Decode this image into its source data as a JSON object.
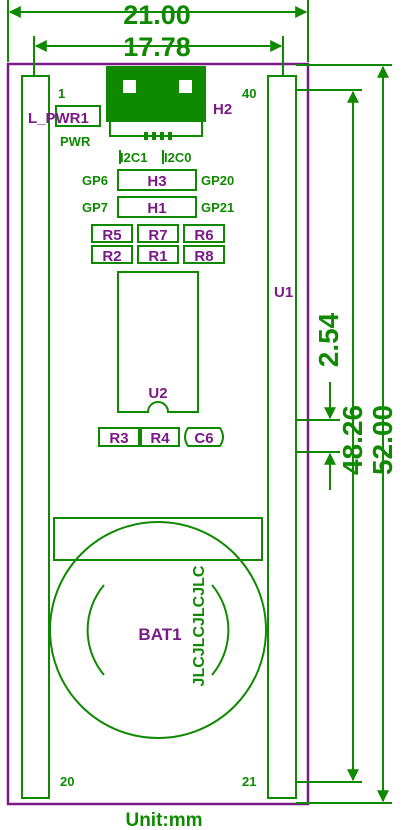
{
  "dimensions": {
    "width_total": "21.00",
    "width_pins": "17.78",
    "pitch": "2.54",
    "length_pins": "48.26",
    "length_total": "52.00",
    "unit": "Unit:mm"
  },
  "pins": {
    "top_left": "1",
    "top_right": "40",
    "bottom_left": "20",
    "bottom_right": "21"
  },
  "labels": {
    "led": "L_PWR1",
    "led_silk": "PWR",
    "connector": "H2",
    "i2c1": "I2C1",
    "i2c0": "I2C0",
    "h3_left": "GP6",
    "h3": "H3",
    "h3_right": "GP20",
    "h1_left": "GP7",
    "h1": "H1",
    "h1_right": "GP21",
    "r5": "R5",
    "r7": "R7",
    "r6": "R6",
    "r2": "R2",
    "r1": "R1",
    "r8": "R8",
    "u1": "U1",
    "u2": "U2",
    "r3": "R3",
    "r4": "R4",
    "c6": "C6",
    "battery": "BAT1",
    "silk_text": "JLCJLCJLCJLC"
  },
  "colors": {
    "silkscreen": "#0f8a00",
    "board_outline": "#7a1a86",
    "designator": "#7a1a86",
    "background": "#ffffff"
  }
}
